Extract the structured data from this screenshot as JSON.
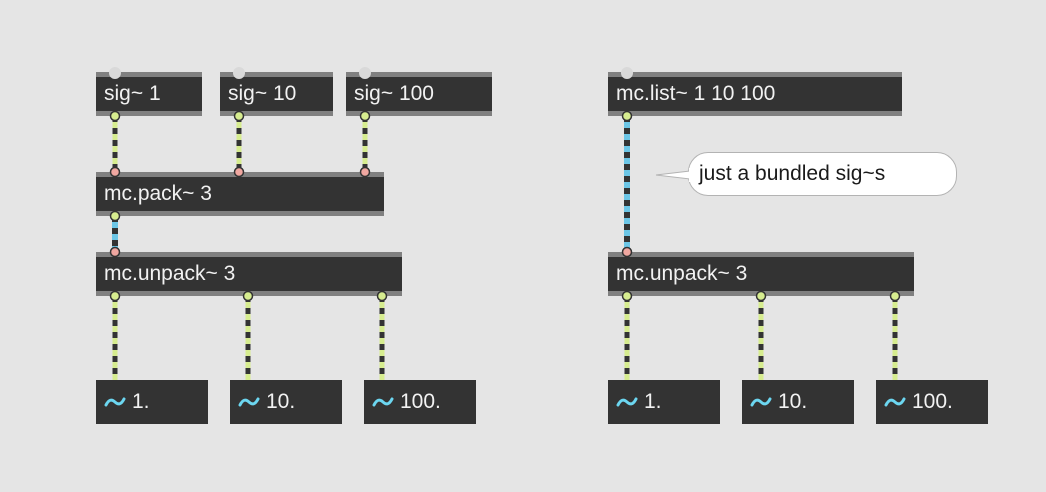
{
  "left_patch": {
    "sig_1": "sig~ 1",
    "sig_10": "sig~ 10",
    "sig_100": "sig~ 100",
    "pack": "mc.pack~ 3",
    "unpack": "mc.unpack~ 3",
    "out_1": "1.",
    "out_10": "10.",
    "out_100": "100."
  },
  "right_patch": {
    "list": "mc.list~ 1 10 100",
    "comment": "just a bundled sig~s",
    "unpack": "mc.unpack~ 3",
    "out_1": "1.",
    "out_10": "10.",
    "out_100": "100."
  },
  "colors": {
    "background": "#e5e5e5",
    "object_fill": "#333333",
    "object_border": "#808080",
    "signal_cord": "#d6ec8f",
    "mc_cord": "#6cc6e6",
    "inlet": "#f0a7a0",
    "outlet": "#d6ec8f",
    "wave_icon": "#6cd6f0"
  }
}
